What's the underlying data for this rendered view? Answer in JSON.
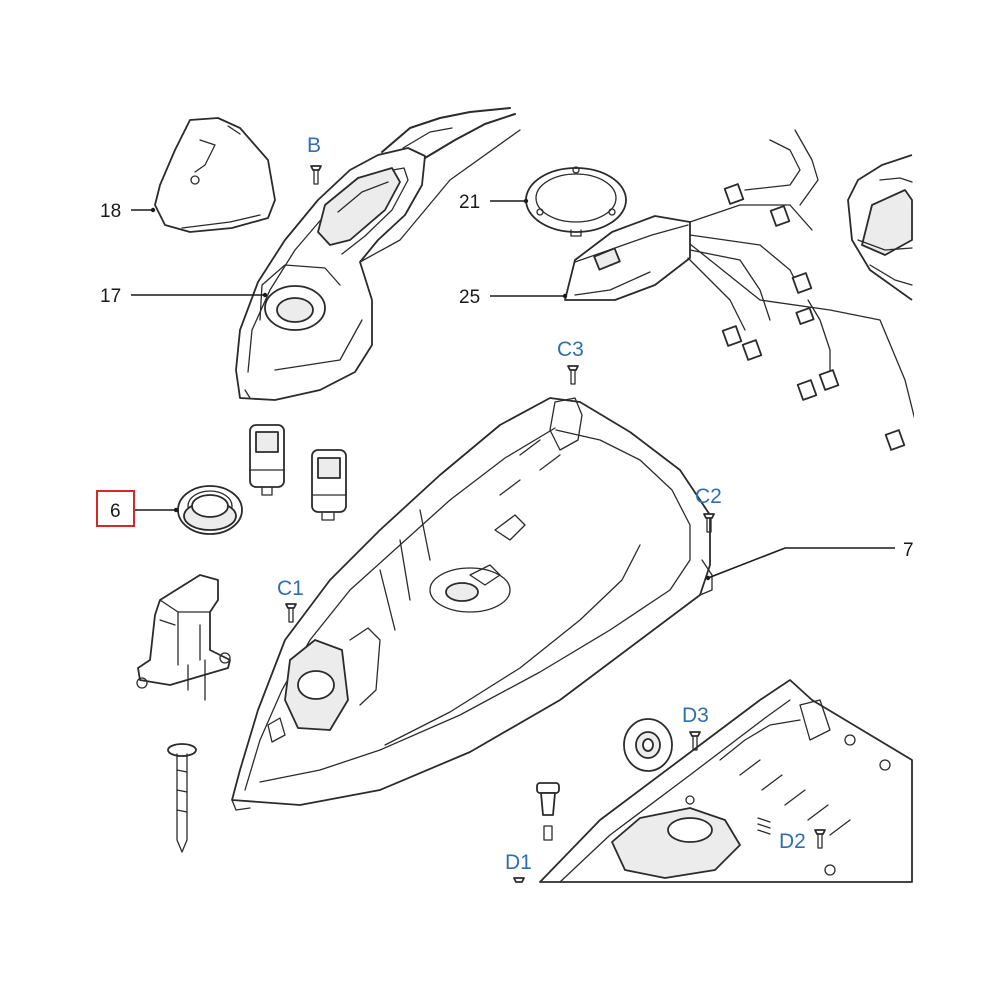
{
  "parts": {
    "p18": "18",
    "p17": "17",
    "p21": "21",
    "p25": "25",
    "p6": "6",
    "p7": "7"
  },
  "screws": {
    "b": "B",
    "c1": "C1",
    "c2": "C2",
    "c3": "C3",
    "d1": "D1",
    "d2": "D2",
    "d3": "D3"
  },
  "highlight_part": "6",
  "colors": {
    "line": "#2b2b2b",
    "screw_label": "#2f6fb0",
    "highlight": "#d62828",
    "shade": "#ececec"
  }
}
